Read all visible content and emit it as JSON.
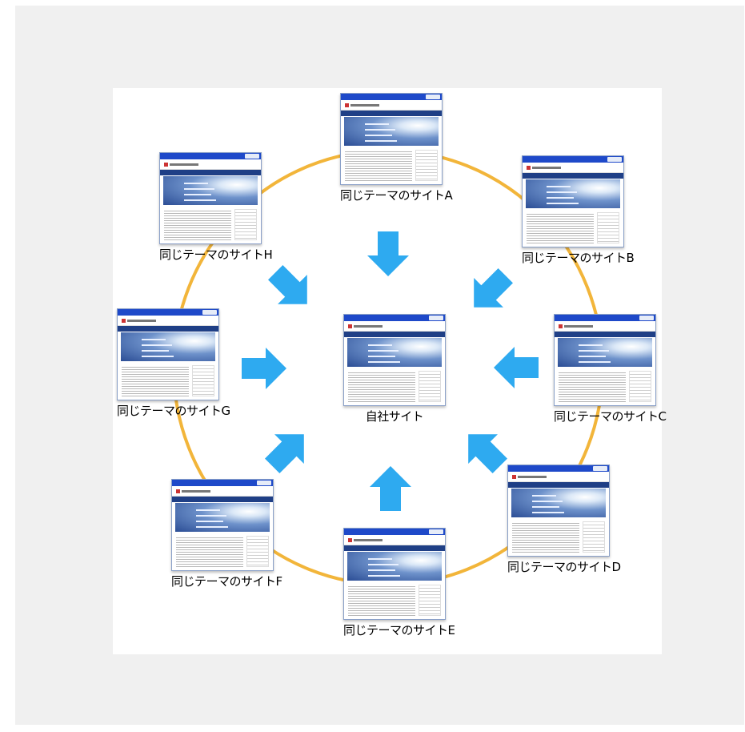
{
  "center": {
    "label": "自社サイト"
  },
  "sites": [
    {
      "key": "a",
      "label": "同じテーマのサイトA"
    },
    {
      "key": "b",
      "label": "同じテーマのサイトB"
    },
    {
      "key": "c",
      "label": "同じテーマのサイトC"
    },
    {
      "key": "d",
      "label": "同じテーマのサイトD"
    },
    {
      "key": "e",
      "label": "同じテーマのサイトE"
    },
    {
      "key": "f",
      "label": "同じテーマのサイトF"
    },
    {
      "key": "g",
      "label": "同じテーマのサイトG"
    },
    {
      "key": "h",
      "label": "同じテーマのサイトH"
    }
  ],
  "colors": {
    "ring": "#f2b53a",
    "arrow": "#2eaaf0",
    "frame": "#f0f0f0"
  }
}
